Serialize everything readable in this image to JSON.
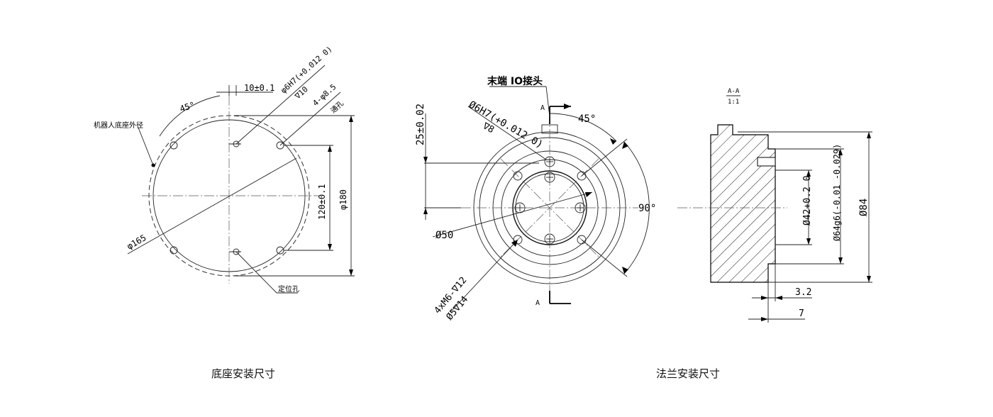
{
  "base_view": {
    "caption": "底座安装尺寸",
    "angle_label": "45°",
    "hole_spacing_label": "10±0.1",
    "pin_hole_label": "φ6H7(+0.012 0)",
    "pin_depth_label": "∇10",
    "through_holes_label": "4-φ8.5",
    "through_label": "通孔",
    "base_outer_label": "机器人底座外径",
    "bolt_circle_label": "φ165",
    "vertical_spacing_label": "120±0.1",
    "outer_diameter_label": "φ180",
    "locating_hole_label": "定位孔"
  },
  "flange_view": {
    "caption": "法兰安装尺寸",
    "io_label": "末端 IO接头",
    "height_label": "25±0.02",
    "pin_hole_label": "Ø6H7(+0.012 0)",
    "pin_depth_label": "∇8",
    "angle_45_label": "45°",
    "angle_90_label": "90°",
    "bolt_circle_label": "Ø50",
    "thread_label": "4xM6-∇12",
    "counterbore_label": "Ø5∇14",
    "section_marker_top": "A",
    "section_marker_bottom": "A"
  },
  "section_view": {
    "section_title": "A-A",
    "scale": "1:1",
    "inner_diameter_label": "Ø42+0.2 0",
    "spigot_label": "Ø64g6(-0.01 -0.029)",
    "outer_diameter_label": "Ø84",
    "depth_32_label": "3.2",
    "depth_7_label": "7"
  }
}
